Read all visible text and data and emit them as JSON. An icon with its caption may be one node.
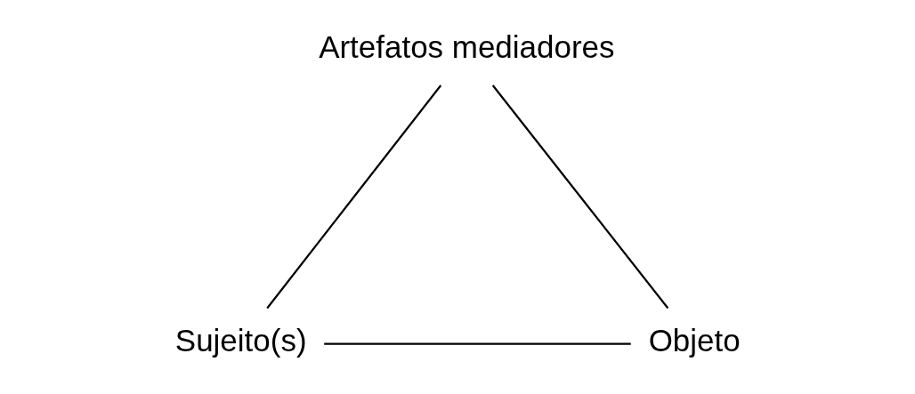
{
  "diagram": {
    "nodes": [
      {
        "text": [
          "Artefatos mediadores"
        ]
      },
      {
        "text": [
          "Sujeito(s)"
        ]
      },
      {
        "text": [
          "Objeto"
        ]
      }
    ],
    "edges": [
      {
        "from": 0,
        "to": 1,
        "arrow": "none"
      },
      {
        "from": 0,
        "to": 2,
        "arrow": "none"
      },
      {
        "from": 1,
        "to": 2,
        "arrow": "none"
      }
    ]
  }
}
